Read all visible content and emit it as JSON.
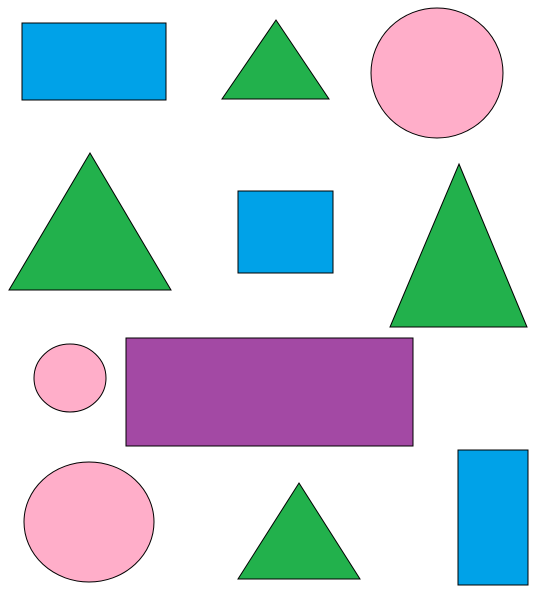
{
  "colors": {
    "blue": "#00a2e8",
    "green": "#22b14c",
    "pink": "#ffaec9",
    "purple": "#a349a4",
    "outline": "#000000",
    "background": "#ffffff"
  },
  "shapes": [
    {
      "id": "blue-rectangle-1",
      "type": "rectangle",
      "fill": "blue"
    },
    {
      "id": "green-triangle-1",
      "type": "triangle",
      "fill": "green"
    },
    {
      "id": "pink-circle-1",
      "type": "ellipse",
      "fill": "pink"
    },
    {
      "id": "green-triangle-2",
      "type": "triangle",
      "fill": "green"
    },
    {
      "id": "blue-rectangle-2",
      "type": "rectangle",
      "fill": "blue"
    },
    {
      "id": "green-triangle-3",
      "type": "triangle",
      "fill": "green"
    },
    {
      "id": "pink-circle-2",
      "type": "ellipse",
      "fill": "pink"
    },
    {
      "id": "purple-rectangle",
      "type": "rectangle",
      "fill": "purple"
    },
    {
      "id": "pink-circle-3",
      "type": "ellipse",
      "fill": "pink"
    },
    {
      "id": "green-triangle-4",
      "type": "triangle",
      "fill": "green"
    },
    {
      "id": "blue-rectangle-3",
      "type": "rectangle",
      "fill": "blue"
    }
  ]
}
